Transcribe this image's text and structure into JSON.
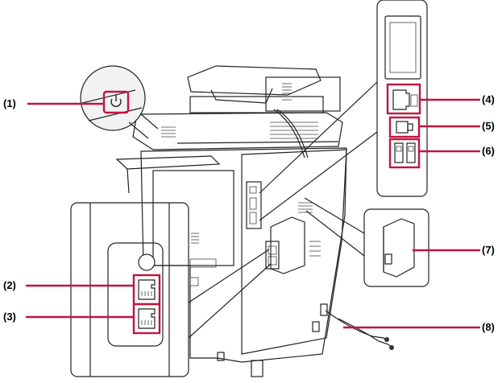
{
  "callouts": [
    {
      "id": "1",
      "label": "(1)",
      "part": "power-switch"
    },
    {
      "id": "2",
      "label": "(2)",
      "part": "lan-port-upper"
    },
    {
      "id": "3",
      "label": "(3)",
      "part": "lan-port-lower"
    },
    {
      "id": "4",
      "label": "(4)",
      "part": "network-port"
    },
    {
      "id": "5",
      "label": "(5)",
      "part": "usb-b-port"
    },
    {
      "id": "6",
      "label": "(6)",
      "part": "usb-a-ports"
    },
    {
      "id": "7",
      "label": "(7)",
      "part": "side-cover"
    },
    {
      "id": "8",
      "label": "(8)",
      "part": "power-cord"
    }
  ],
  "colors": {
    "highlight": "#c0153f",
    "line": "#222222",
    "shade": "#d8d8d8"
  }
}
